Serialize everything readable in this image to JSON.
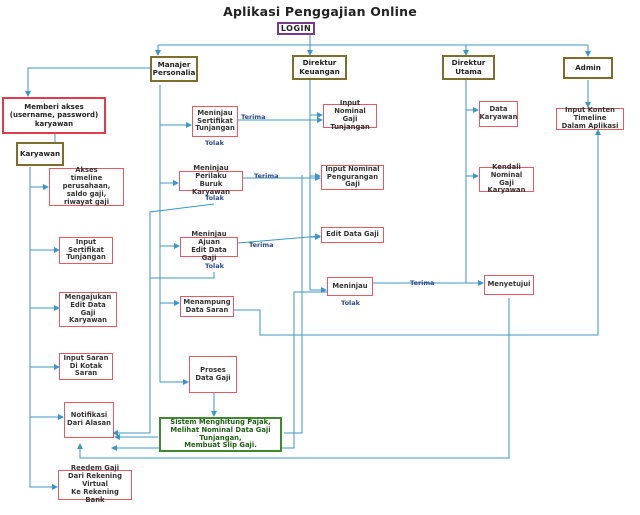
{
  "title": "Aplikasi Penggajian Online",
  "colors": {
    "line": "#3c96c6",
    "actor_border": "#7f6d2e",
    "login_border": "#7a3b86",
    "process_border": "#e45a69",
    "system_border": "#3f8a2f",
    "label_text": "#2b4a8c"
  },
  "nodes": {
    "login": "LOGIN",
    "manajer_personalia": "Manajer\nPersonalia",
    "direktur_keuangan": "Direktur\nKeuangan",
    "direktur_utama": "Direktur\nUtama",
    "admin": "Admin",
    "memberi_akses": "Memberi akses\n(username, password)\nkaryawan",
    "karyawan": "Karyawan",
    "akses_timeline": "Akses\ntimeline perusahaan,\nsaldo gaji,\nriwayat gaji",
    "input_sertifikat": "Input Sertifikat\nTunjangan",
    "mengajukan_edit": "Mengajukan\nEdit Data Gaji\nKaryawan",
    "input_saran": "Input Saran\nDi Kotak Saran",
    "notifikasi": "Notifikasi\nDari Alasan",
    "reedem_gaji": "Reedem Gaji\nDari Rekening Virtual\nKe Rekening Bank",
    "meninjau_sertifikat": "Meninjau\nSertifikat\nTunjangan",
    "meninjau_perilaku": "Meninjau Perilaku\nBuruk Karyawan",
    "meninjau_ajuan": "Meninjau Ajuan\nEdit Data Gaji",
    "menampung_saran": "Menampung\nData Saran",
    "proses_data_gaji": "Proses\nData Gaji",
    "sistem": "Sistem Menghitung Pajak,\nMelihat Nominal Data Gaji Tunjangan,\nMembuat Slip Gaji.",
    "input_nominal_tunjangan": "Input Nominal\nGaji Tunjangan",
    "input_nominal_pengurangan": "Input Nominal\nPengurangan Gaji",
    "edit_data_gaji": "Edit Data Gaji",
    "meninjau_dk": "Meninjau",
    "data_karyawan": "Data\nKaryawan",
    "kendali_nominal": "Kendali Nominal\nGaji Karyawan",
    "menyetujui": "Menyetujui",
    "input_konten": "Input Konten Timeline\nDalam Aplikasi"
  },
  "labels": {
    "terima1": "Terima",
    "tolak1": "Tolak",
    "terima2": "Terima",
    "tolak2": "Tolak",
    "terima3": "Terima",
    "tolak3": "Tolak",
    "terima4": "Terima",
    "tolak4": "Tolak"
  }
}
